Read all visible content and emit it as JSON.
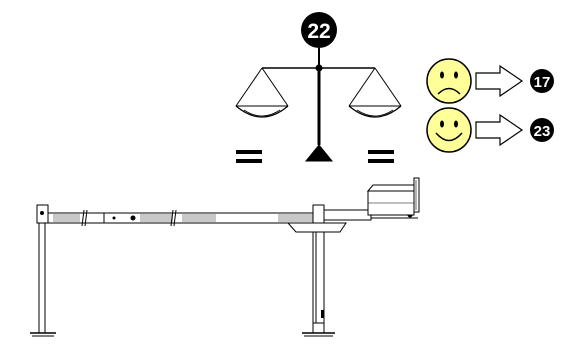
{
  "step_badge": {
    "label": "22"
  },
  "outcomes": [
    {
      "face_icon": "sad-face-icon",
      "arrow_icon": "hollow-right-arrow-icon",
      "goto_label": "17"
    },
    {
      "face_icon": "happy-face-icon",
      "arrow_icon": "hollow-right-arrow-icon",
      "goto_label": "23"
    }
  ],
  "balance": {
    "icon": "balance-scale-icon",
    "equal_signs": [
      "=",
      "="
    ]
  },
  "barrier": {
    "icon": "boom-barrier-illustration"
  },
  "colors": {
    "ink": "#000000",
    "face_fill": "#ffff99",
    "boom_stripe": "#c8c8c8"
  }
}
